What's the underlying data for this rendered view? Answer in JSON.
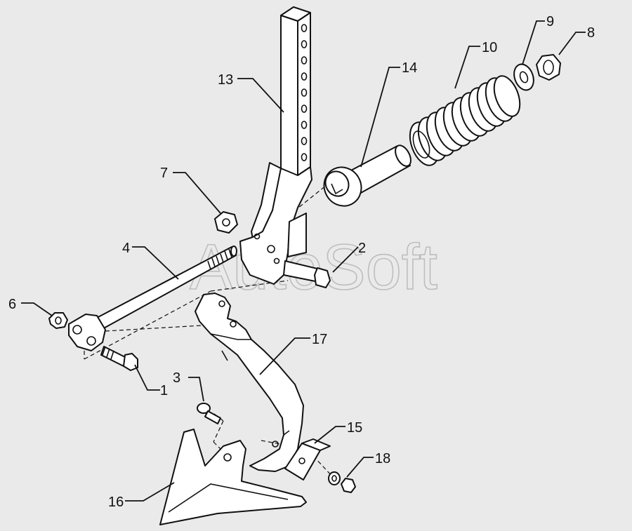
{
  "watermark": "AutoSoft",
  "callouts": {
    "c1": "1",
    "c2": "2",
    "c3": "3",
    "c4": "4",
    "c6": "6",
    "c7": "7",
    "c8": "8",
    "c9": "9",
    "c10": "10",
    "c13": "13",
    "c14": "14",
    "c15": "15",
    "c16": "16",
    "c17": "17",
    "c18": "18"
  },
  "colors": {
    "background": "#eaeaea",
    "line": "#111111",
    "part_fill": "#ffffff",
    "watermark": "#9a9a9a"
  }
}
